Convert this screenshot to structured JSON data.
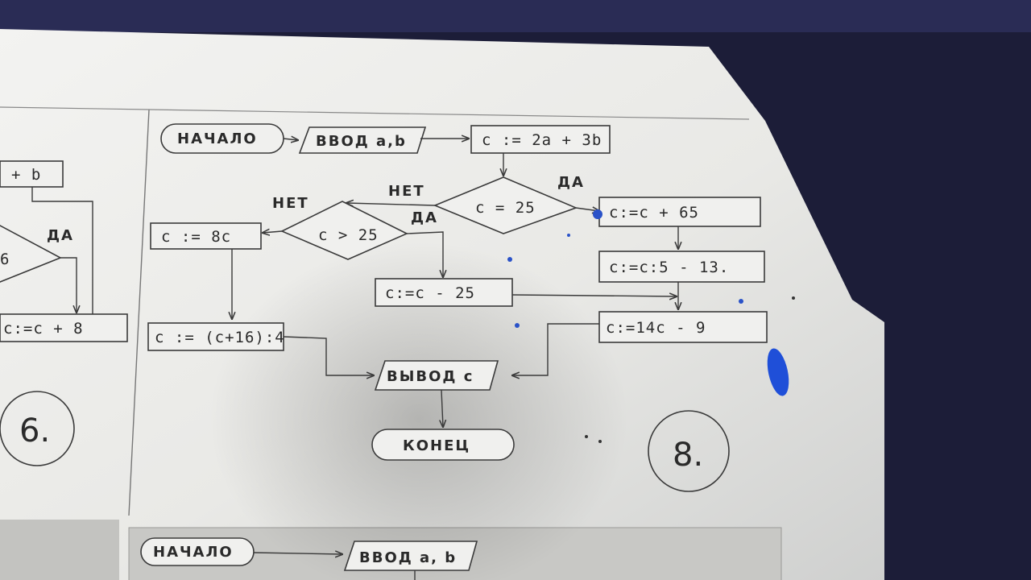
{
  "main_flowchart": {
    "start": "НАЧАЛО",
    "input": "ВВОД a,b",
    "assign1": "c := 2a + 3b",
    "cond1": "c = 25",
    "cond1_yes": "ДА",
    "cond1_no": "НЕТ",
    "cond2": "c > 25",
    "cond2_yes": "ДА",
    "cond2_no": "НЕТ",
    "assign_8c": "c := 8c",
    "assign_minus25": "c:=c - 25",
    "assign_plus16": "c := (c+16):4",
    "assign_plus65": "c:=c + 65",
    "assign_div5": "c:=c:5 - 13.",
    "assign_14c": "c:=14c - 9",
    "output": "ВЫВОД c",
    "end": "КОНЕЦ",
    "number": "8."
  },
  "left_fragment": {
    "box_top": "+ b",
    "yes": "ДА",
    "diamond": "6",
    "box_bottom": "c:=c + 8",
    "number": "6."
  },
  "bottom_fragment": {
    "start": "НАЧАЛО",
    "input": "ВВОД a, b"
  }
}
